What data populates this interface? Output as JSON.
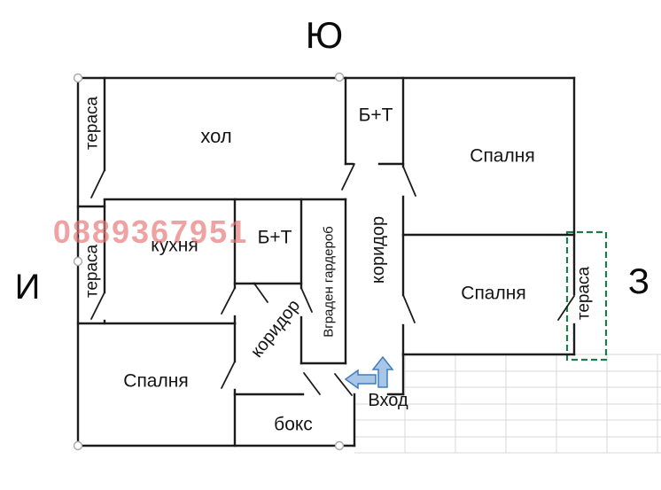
{
  "compass": {
    "south": "Ю",
    "east": "И",
    "west": "З"
  },
  "watermark": {
    "text": "0889367951",
    "color": "#e87676"
  },
  "rooms": {
    "terrace_top_left": "тераса",
    "hall": "хол",
    "bathroom_top": "Б+Т",
    "bedroom_top_right": "Спалня",
    "kitchen": "кухня",
    "terrace_mid_left": "тераса",
    "bathroom_mid": "Б+Т",
    "wardrobe": "Вграден гардероб",
    "corridor_right": "коридор",
    "bedroom_mid_right": "Спалня",
    "terrace_right": "тераса",
    "corridor_left": "коридор",
    "bedroom_bottom_left": "Спалня",
    "box_room": "бокс",
    "entrance": "Вход"
  },
  "colors": {
    "wall": "#1c1c1c",
    "terrace_outline": "#1e7a4b",
    "arrow_fill": "#a9c6e6",
    "arrow_stroke": "#3f7fbf",
    "grid_line": "#d8d8d8",
    "handle_stroke": "#a8a8a8"
  }
}
